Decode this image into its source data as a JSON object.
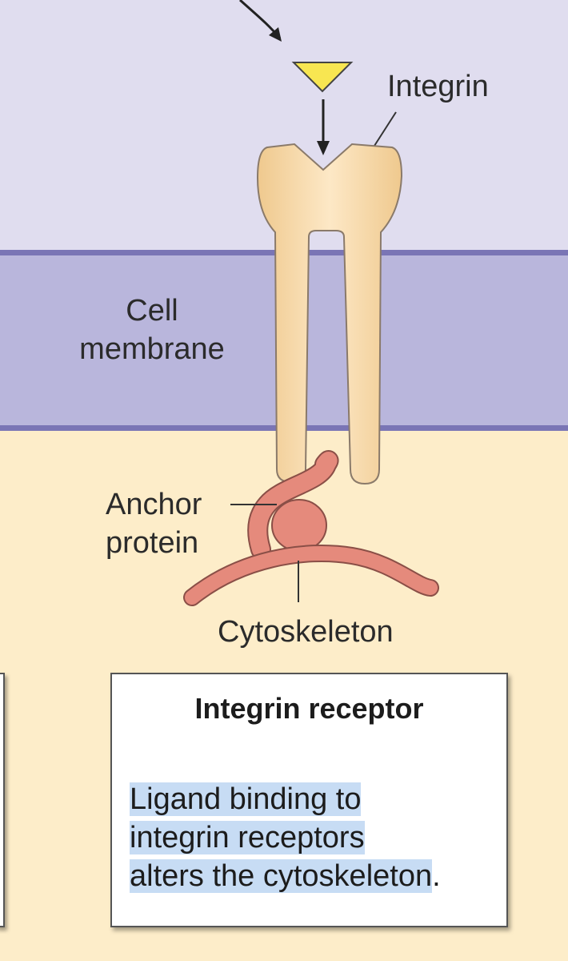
{
  "labels": {
    "integrin": "Integrin",
    "cell_membrane": [
      "Cell",
      "membrane"
    ],
    "anchor_protein": [
      "Anchor",
      "protein"
    ],
    "cytoskeleton": "Cytoskeleton"
  },
  "info_box": {
    "title": "Integrin receptor",
    "lines": [
      "Ligand binding to",
      "integrin receptors",
      "alters the cytoskeleton"
    ],
    "trailing": "."
  },
  "colors": {
    "extracellular": "#e0ddef",
    "membrane": "#b9b6dc",
    "membrane_edge": "#7a75b5",
    "cytoplasm": "#fdedc9",
    "integrin": "#f4d7a8",
    "ligand": "#f8e651",
    "anchor_cytoskeleton": "#e58a7c",
    "highlight": "#c7dcf4"
  }
}
